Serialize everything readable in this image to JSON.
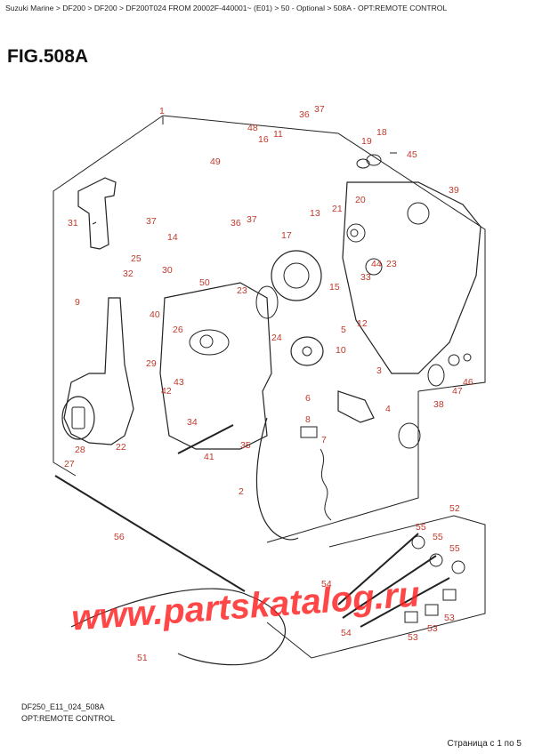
{
  "breadcrumb": "Suzuki Marine > DF200 > DF200 > DF200T024 FROM 20002F-440001~ (E01) > 50 - Optional > 508A - OPT:REMOTE CONTROL",
  "fig_title": "FIG.508A",
  "diagram_code": "DF250_E11_024_508A",
  "caption": "OPT:REMOTE CONTROL",
  "pagination": "Страница с 1 по 5",
  "watermark": "www.partskatalog.ru",
  "colors": {
    "callout": "#c0392b",
    "line": "#222222",
    "watermark": "#ff1e1e"
  },
  "callouts": [
    "1",
    "2",
    "3",
    "4",
    "5",
    "6",
    "7",
    "8",
    "9",
    "10",
    "11",
    "12",
    "13",
    "14",
    "15",
    "16",
    "17",
    "18",
    "19",
    "20",
    "21",
    "22",
    "23",
    "23",
    "24",
    "25",
    "26",
    "27",
    "28",
    "29",
    "30",
    "31",
    "32",
    "33",
    "34",
    "35",
    "36",
    "36",
    "37",
    "37",
    "37",
    "38",
    "39",
    "40",
    "41",
    "42",
    "43",
    "44",
    "45",
    "46",
    "47",
    "48",
    "49",
    "50",
    "51",
    "52",
    "53",
    "53",
    "53",
    "54",
    "54",
    "55",
    "55",
    "55",
    "56"
  ]
}
